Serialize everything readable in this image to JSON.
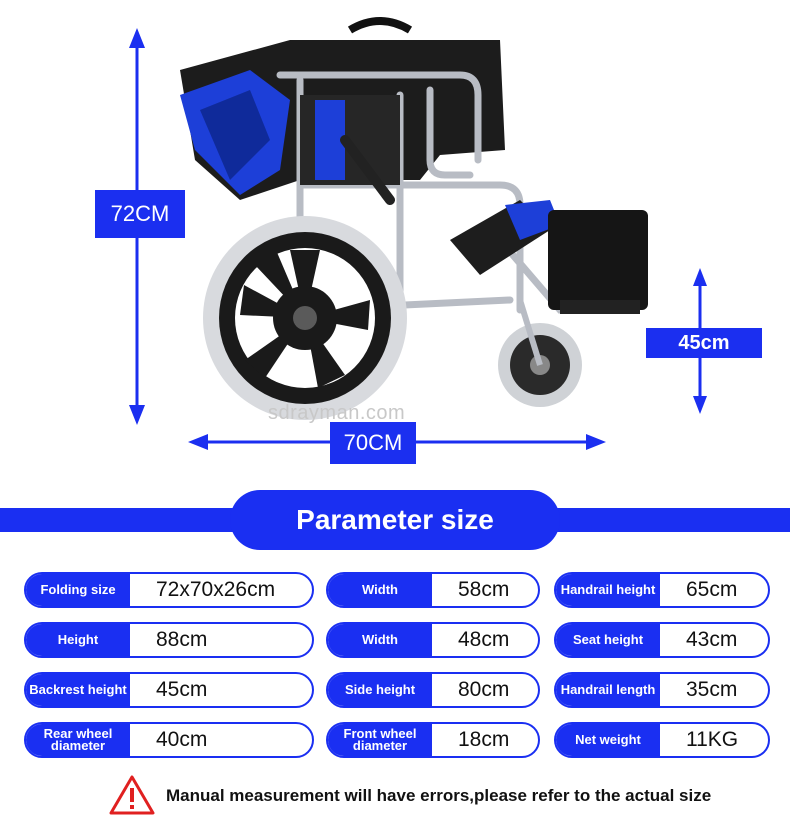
{
  "dimensions": {
    "height_label": "72CM",
    "length_label": "70CM",
    "seat_label": "45cm"
  },
  "watermark": "sdrayman.com",
  "section_title": "Parameter size",
  "params": [
    {
      "label": "Folding size",
      "value": "72x70x26cm"
    },
    {
      "label": "Width",
      "value": "58cm"
    },
    {
      "label": "Handrail height",
      "value": "65cm"
    },
    {
      "label": "Height",
      "value": "88cm"
    },
    {
      "label": "Width",
      "value": "48cm"
    },
    {
      "label": "Seat height",
      "value": "43cm"
    },
    {
      "label": "Backrest height",
      "value": "45cm"
    },
    {
      "label": "Side height",
      "value": "80cm"
    },
    {
      "label": "Handrail length",
      "value": "35cm"
    },
    {
      "label": "Rear wheel diameter",
      "value": "40cm"
    },
    {
      "label": "Front wheel diameter",
      "value": "18cm"
    },
    {
      "label": "Net weight",
      "value": "11KG"
    }
  ],
  "warning_icon": "warning-triangle-icon",
  "warning_text": "Manual measurement will have errors,please refer to the actual size",
  "colors": {
    "accent": "#1a2ff2",
    "warning": "#e02020"
  }
}
